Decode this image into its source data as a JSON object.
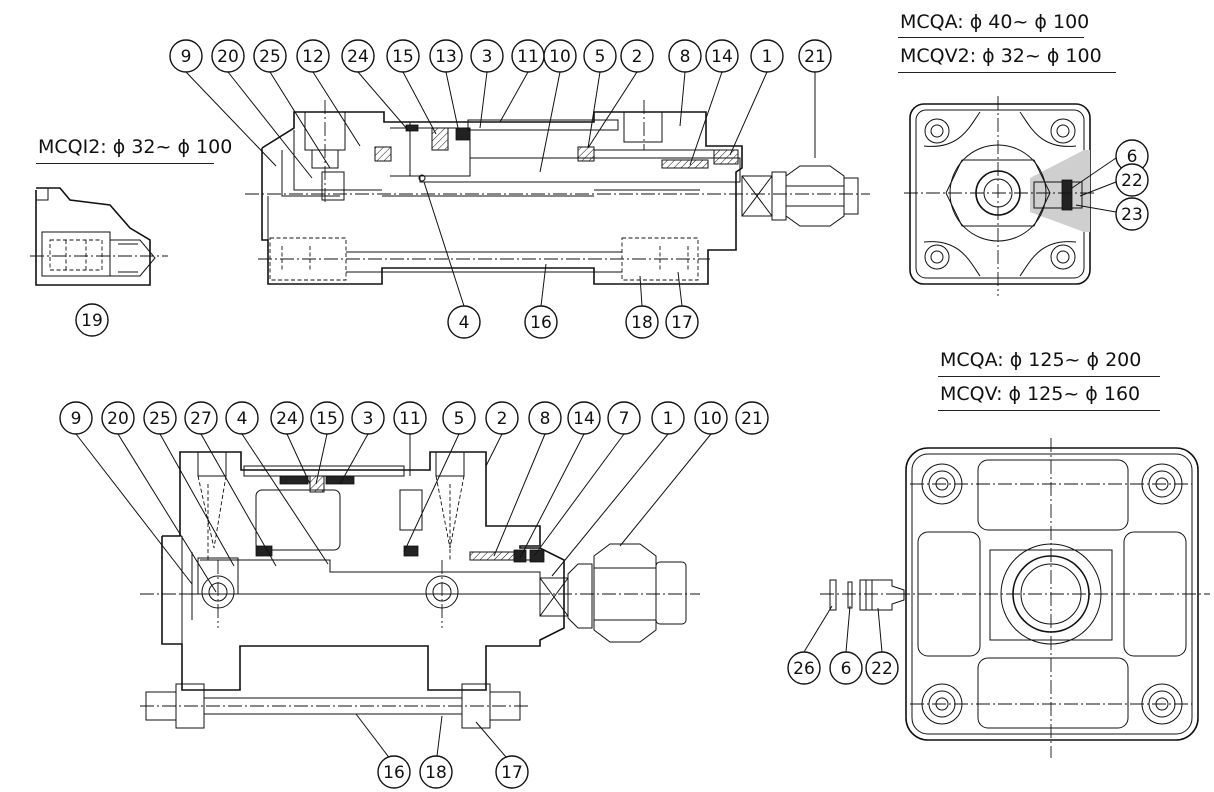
{
  "titles": {
    "mcqi2": "MCQI2: ϕ 32~ ϕ 100",
    "mcqa_small": "MCQA: ϕ 40~ ϕ 100",
    "mcqv2": "MCQV2: ϕ 32~ ϕ 100",
    "mcqa_large": "MCQA: ϕ 125~ ϕ 200",
    "mcqv": "MCQV: ϕ 125~ ϕ 160"
  },
  "part_numbers": {
    "top_section": [
      "9",
      "20",
      "25",
      "12",
      "24",
      "15",
      "13",
      "3",
      "11",
      "10",
      "5",
      "2",
      "8",
      "14",
      "1",
      "21"
    ],
    "top_section_bottom": [
      "4",
      "16",
      "18",
      "17"
    ],
    "mcqi2_detail": [
      "19"
    ],
    "small_end_view": [
      "6",
      "22",
      "23"
    ],
    "bottom_section": [
      "9",
      "20",
      "25",
      "27",
      "4",
      "24",
      "15",
      "3",
      "11",
      "5",
      "2",
      "8",
      "14",
      "7",
      "1",
      "10",
      "21"
    ],
    "bottom_section_bottom": [
      "16",
      "18",
      "17"
    ],
    "large_end_view": [
      "26",
      "6",
      "22"
    ]
  },
  "colors": {
    "line": "#111111",
    "shade": "#cfcfcf",
    "background": "#ffffff"
  }
}
